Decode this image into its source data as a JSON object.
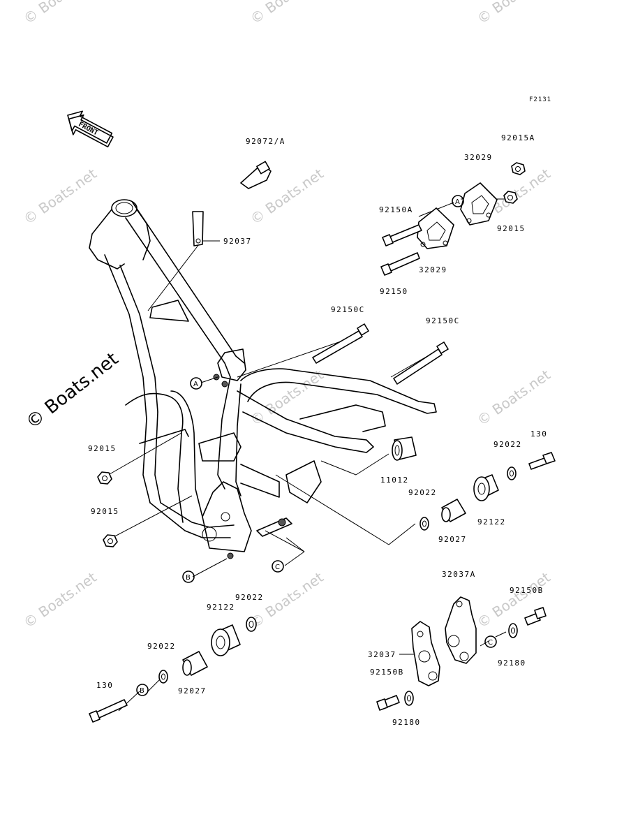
{
  "figure_code": "F2131",
  "front_arrow_label": "FRONT",
  "watermark_text": "© Boats.net",
  "parts": {
    "p92072A": "92072/A",
    "p92037": "92037",
    "p92015A": "92015A",
    "p32029_top": "32029",
    "p92150A": "92150A",
    "p92015_top": "92015",
    "p32029_bot": "32029",
    "p92150": "92150",
    "p92150C_1": "92150C",
    "p92150C_2": "92150C",
    "p92015_1": "92015",
    "p92015_2": "92015",
    "p11012": "11012",
    "p130_top": "130",
    "p92022_top": "92022",
    "p92022_mid": "92022",
    "p92122_top": "92122",
    "p92027_top": "92027",
    "p32037A": "32037A",
    "p92150B_1": "92150B",
    "p92180_1": "92180",
    "p32037": "32037",
    "p92150B_2": "92150B",
    "p92180_2": "92180",
    "p92022_l1": "92022",
    "p92122_l": "92122",
    "p92022_l2": "92022",
    "p92027_l": "92027",
    "p130_l": "130"
  },
  "ref_markers": {
    "a": "A",
    "b": "B",
    "c": "C"
  }
}
